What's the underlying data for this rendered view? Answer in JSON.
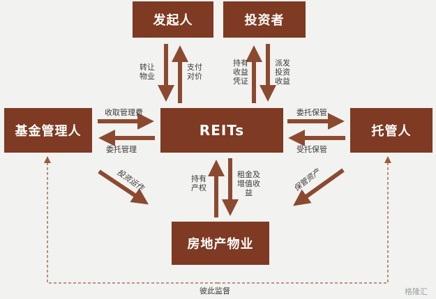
{
  "colors": {
    "box": "#7e3a22",
    "arrow": "#8b4a30",
    "text": "#3a3a3a",
    "background": "#f2f2f0"
  },
  "nodes": {
    "sponsor": "发起人",
    "investor": "投资者",
    "fund_manager": "基金管理人",
    "reits": "REITs",
    "custodian": "托管人",
    "property": "房地产物业"
  },
  "edges": {
    "transfer_property": "转让\n物业",
    "pay_price": "支付\n对价",
    "holding_certificate": "持有\n收益\n凭证",
    "distribute_income": "派发\n投资\n收益",
    "collect_fee": "收取管理费",
    "entrust_management": "委托管理",
    "entrust_custody": "委托保管",
    "accept_custody": "受托保管",
    "hold_property": "持有\n产权",
    "rent_income": "租金及\n增值收\n益",
    "investment_operation": "投资运作",
    "custody_assets": "保管资产",
    "mutual_supervision": "彼此监督"
  },
  "watermark": "格隆汇"
}
